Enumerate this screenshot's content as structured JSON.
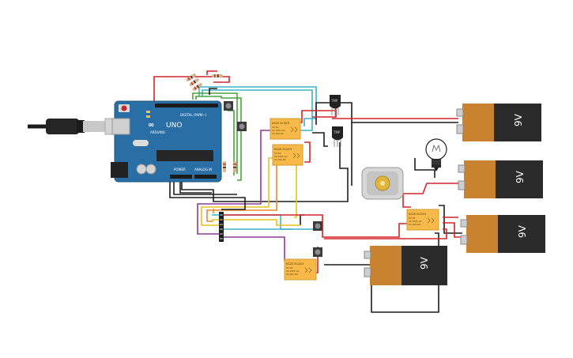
{
  "arduino": {
    "brand": "UNO",
    "sub_brand": "ARDUINO",
    "digital_header": "DIGITAL (PWM~)",
    "power_header": "POWER",
    "analog_header": "ANALOG IN"
  },
  "relays": [
    {
      "label": "KS2E-M-DC5"
    },
    {
      "label": "KS2E-M-DC5"
    },
    {
      "label": "KS2E-M-DC5"
    },
    {
      "label": "KS2E-M-DC5"
    }
  ],
  "relay_spec_lines": [
    "5V DC",
    "2A 250V AC",
    "2A 30V DC"
  ],
  "sensors": [
    {
      "label": "TMP"
    },
    {
      "label": "TMP"
    }
  ],
  "batteries": [
    {
      "label": "9V"
    },
    {
      "label": "9V"
    },
    {
      "label": "9V"
    },
    {
      "label": "9V"
    }
  ],
  "colors": {
    "board": "#2a6ea6",
    "battery_body": "#2b2b2b",
    "battery_cap": "#c9822f",
    "relay": "#f6b94a",
    "wire_red": "#d0262a",
    "wire_black": "#1d1d1d",
    "wire_green": "#4aa33c",
    "wire_yellow": "#e5c21a",
    "wire_cyan": "#3fb3c7",
    "wire_purple": "#8a3c99",
    "wire_orange": "#e88a2c"
  }
}
